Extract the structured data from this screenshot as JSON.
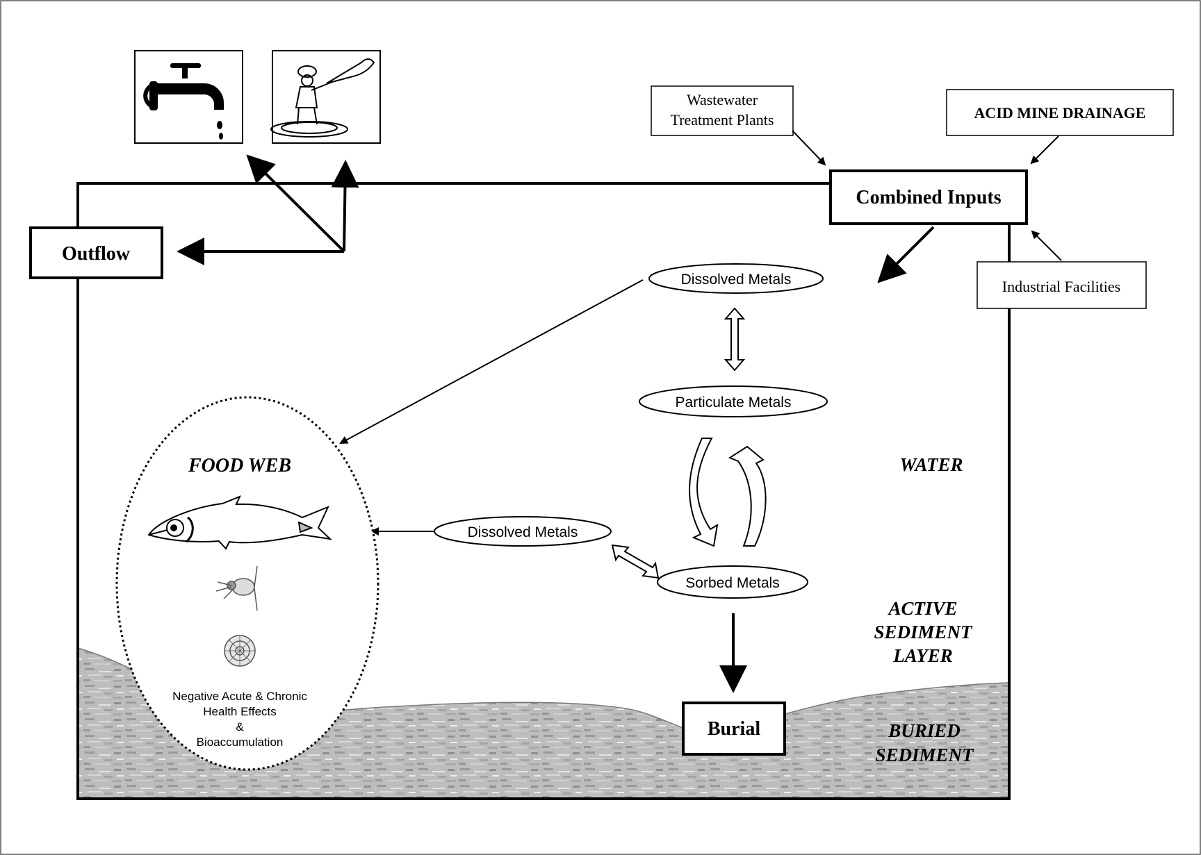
{
  "sources": {
    "wastewater_line1": "Wastewater",
    "wastewater_line2": "Treatment Plants",
    "acid_mine": "ACID MINE DRAINAGE",
    "industrial": "Industrial Facilities",
    "combined": "Combined Inputs"
  },
  "outflow": "Outflow",
  "burial": "Burial",
  "metals": {
    "dissolved_top": "Dissolved Metals",
    "particulate": "Particulate Metals",
    "dissolved_mid": "Dissolved Metals",
    "sorbed": "Sorbed Metals"
  },
  "food_web": {
    "title": "FOOD WEB",
    "effects_line1": "Negative Acute & Chronic",
    "effects_line2": "Health Effects",
    "effects_line3": "&",
    "effects_line4": "Bioaccumulation"
  },
  "zones": {
    "water": "WATER",
    "active_line1": "ACTIVE",
    "active_line2": "SEDIMENT",
    "active_line3": "LAYER",
    "buried_line1": "BURIED",
    "buried_line2": "SEDIMENT"
  },
  "icons": {
    "tap": "water-tap-icon",
    "fisher": "fisherman-icon",
    "fish": "fish-icon",
    "zooplankton": "zooplankton-icon",
    "diatom": "diatom-icon"
  },
  "colors": {
    "sediment": "#b9b9b9",
    "line": "#000000"
  }
}
